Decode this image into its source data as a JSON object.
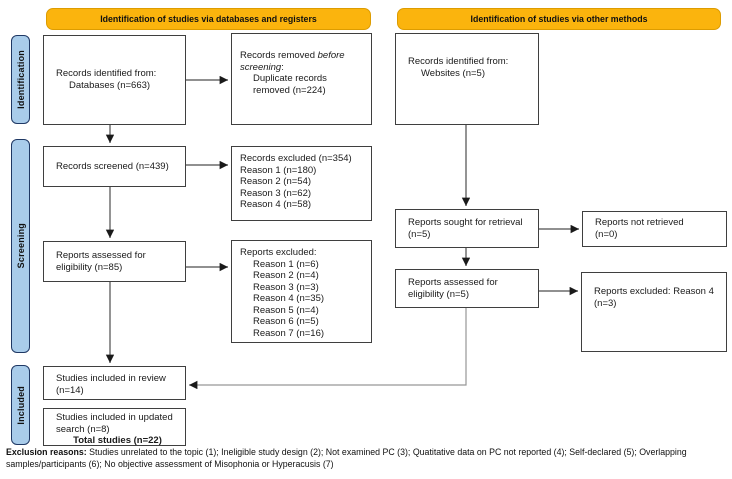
{
  "colors": {
    "header_bg": "#FBB40D",
    "header_border": "#DD9C00",
    "tab_bg": "#A9CCEA",
    "tab_border": "#1F3864",
    "box_border": "#3F3F3F",
    "arrow": "#4D4D4D",
    "elbow": "#979797"
  },
  "headers": {
    "databases": "Identification of studies via databases and registers",
    "other": "Identification of studies via other methods"
  },
  "tabs": {
    "identification": "Identification",
    "screening": "Screening",
    "included": "Included"
  },
  "boxes": {
    "records_identified": {
      "line1": "Records identified from:",
      "line2": "Databases (n=663)"
    },
    "records_removed": {
      "prefix": "Records removed ",
      "italic": "before screening",
      "suffix": ":",
      "line2": "Duplicate records removed (n=224)"
    },
    "records_screened": {
      "line1": "Records screened (n=439)"
    },
    "records_excluded": {
      "lines": [
        "Records excluded (n=354)",
        "Reason 1 (n=180)",
        "Reason 2 (n=54)",
        "Reason 3 (n=62)",
        "Reason 4 (n=58)"
      ]
    },
    "reports_assessed_left": {
      "line1": "Reports assessed for",
      "line2": "eligibility (n=85)"
    },
    "reports_excluded_left": {
      "title": "Reports excluded:",
      "lines": [
        "Reason 1 (n=6)",
        "Reason 2 (n=4)",
        "Reason 3 (n=3)",
        "Reason 4 (n=35)",
        "Reason 5 (n=4)",
        "Reason 6 (n=5)",
        "Reason 7 (n=16)"
      ]
    },
    "studies_included": {
      "line1": "Studies included in review",
      "line2": "(n=14)"
    },
    "studies_updated": {
      "line1": "Studies included in updated",
      "line2": "search (n=8)",
      "total": "Total studies (n=22)"
    },
    "records_websites": {
      "line1": "Records identified from:",
      "line2": "Websites (n=5)"
    },
    "reports_sought": {
      "line1": "Reports sought for retrieval",
      "line2": "(n=5)"
    },
    "reports_not_retrieved": {
      "line1": "Reports not retrieved",
      "line2": "(n=0)"
    },
    "reports_assessed_right": {
      "line1": "Reports assessed for",
      "line2": "eligibility (n=5)"
    },
    "reports_excluded_right": {
      "line1": "Reports excluded: Reason 4",
      "line2": "(n=3)"
    }
  },
  "footnote": {
    "label": "Exclusion reasons:",
    "text": "Studies unrelated to the topic (1); Ineligible study design (2); Not examined PC (3); Quatitative data on PC not reported (4); Self-declared (5); Overlapping samples/participants (6); No objective assessment of Misophonia or Hyperacusis (7)"
  }
}
